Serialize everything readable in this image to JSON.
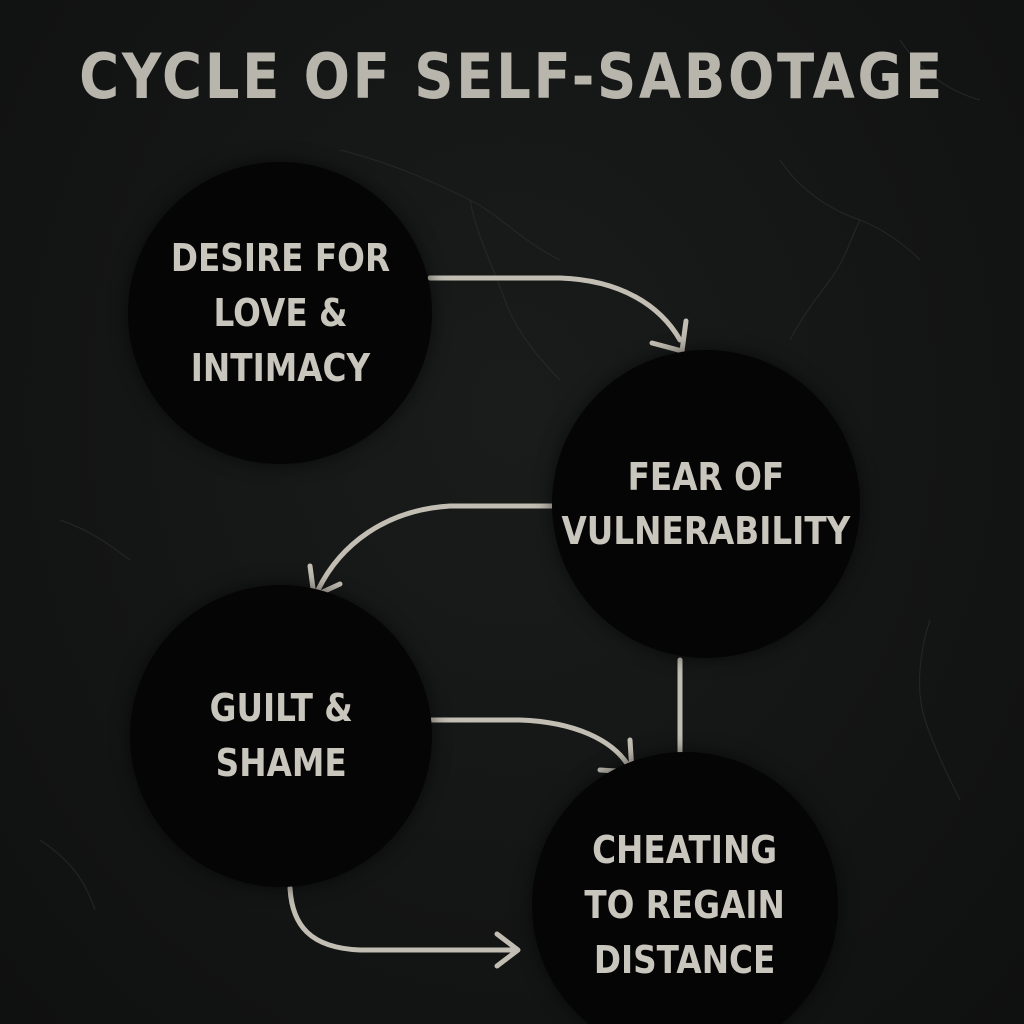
{
  "title": "CYCLE OF SELF-SABOTAGE",
  "colors": {
    "background": "#121313",
    "node_fill": "#050505",
    "text": "#c9c6bd",
    "arrow": "#c2beb3"
  },
  "nodes": [
    {
      "lines": [
        "DESIRE FOR",
        "LOVE &",
        "INTIMACY"
      ]
    },
    {
      "lines": [
        "FEAR OF",
        "VULNERABILITY"
      ]
    },
    {
      "lines": [
        "GUILT &",
        "SHAME"
      ]
    },
    {
      "lines": [
        "CHEATING",
        "TO REGAIN",
        "DISTANCE"
      ]
    }
  ]
}
